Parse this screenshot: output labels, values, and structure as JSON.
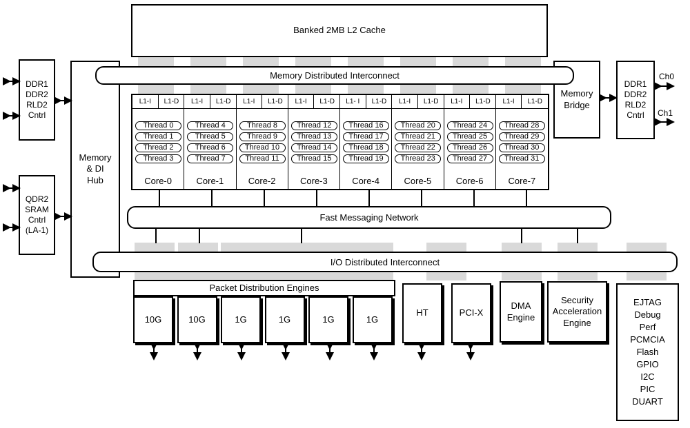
{
  "l2_cache": "Banked 2MB L2 Cache",
  "memory_interconnect": "Memory Distributed Interconnect",
  "fast_messaging": "Fast Messaging Network",
  "io_interconnect": "I/O Distributed Interconnect",
  "memory_di_hub": "Memory\n& DI\nHub",
  "memory_bridge": "Memory\nBridge",
  "left_ddr": "DDR1\nDDR2\nRLD2\nCntrl",
  "left_qdr": "QDR2\nSRAM\nCntrl\n(LA-1)",
  "right_ddr": "DDR1\nDDR2\nRLD2\nCntrl",
  "channels": [
    "Ch0",
    "Ch1"
  ],
  "cores": [
    {
      "l1i": "L1-I",
      "l1d": "L1-D",
      "name": "Core-0",
      "threads": [
        "Thread 0",
        "Thread 1",
        "Thread 2",
        "Thread 3"
      ]
    },
    {
      "l1i": "L1-I",
      "l1d": "L1-D",
      "name": "Core-1",
      "threads": [
        "Thread 4",
        "Thread 5",
        "Thread 6",
        "Thread 7"
      ]
    },
    {
      "l1i": "L1-I",
      "l1d": "L1-D",
      "name": "Core-2",
      "threads": [
        "Thread 8",
        "Thread 9",
        "Thread 10",
        "Thread 11"
      ]
    },
    {
      "l1i": "L1-I",
      "l1d": "L1-D",
      "name": "Core-3",
      "threads": [
        "Thread 12",
        "Thread 13",
        "Thread 14",
        "Thread 15"
      ]
    },
    {
      "l1i": "L1- I",
      "l1d": "L1-D",
      "name": "Core-4",
      "threads": [
        "Thread 16",
        "Thread 17",
        "Thread 18",
        "Thread 19"
      ]
    },
    {
      "l1i": "L1-I",
      "l1d": "L1-D",
      "name": "Core-5",
      "threads": [
        "Thread 20",
        "Thread 21",
        "Thread 22",
        "Thread 23"
      ]
    },
    {
      "l1i": "L1-I",
      "l1d": "L1-D",
      "name": "Core-6",
      "threads": [
        "Thread 24",
        "Thread 25",
        "Thread 26",
        "Thread 27"
      ]
    },
    {
      "l1i": "L1-I",
      "l1d": "L1-D",
      "name": "Core-7",
      "threads": [
        "Thread 28",
        "Thread 29",
        "Thread 30",
        "Thread 31"
      ]
    }
  ],
  "packet_engines_title": "Packet Distribution Engines",
  "packet_engines": [
    "10G",
    "10G",
    "1G",
    "1G",
    "1G",
    "1G"
  ],
  "ht": "HT",
  "pcix": "PCI-X",
  "dma": "DMA\nEngine",
  "security": "Security\nAcceleration\nEngine",
  "misc": "EJTAG\nDebug\nPerf\nPCMCIA\nFlash\nGPIO\nI2C\nPIC\nDUART"
}
